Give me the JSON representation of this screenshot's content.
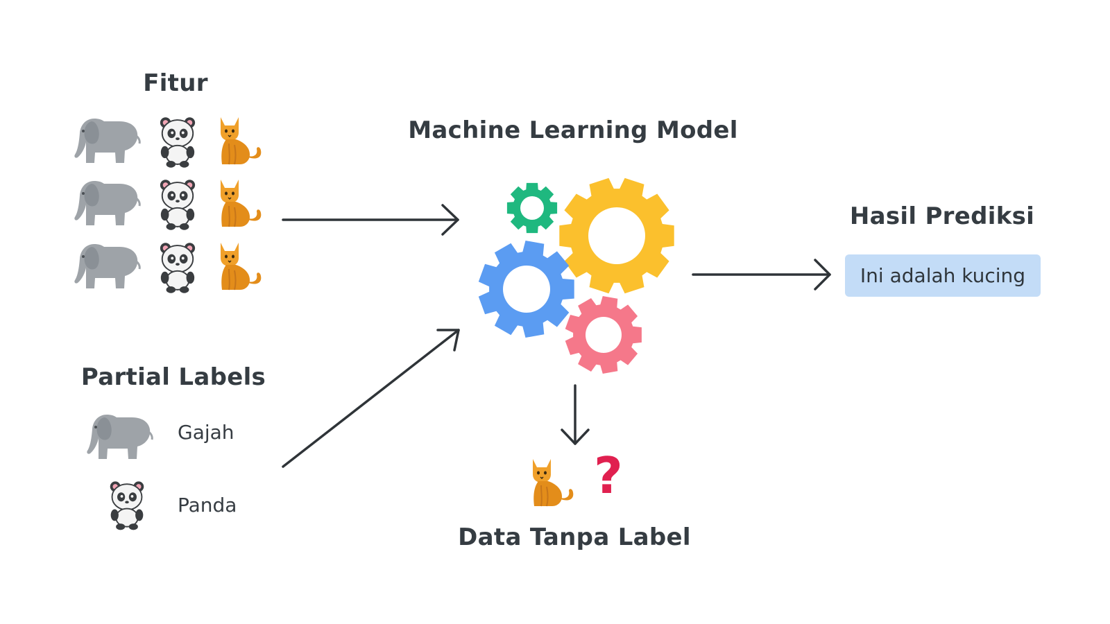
{
  "features": {
    "title": "Fitur",
    "rows": [
      [
        "elephant",
        "panda",
        "cat"
      ],
      [
        "elephant",
        "panda",
        "cat"
      ],
      [
        "elephant",
        "panda",
        "cat"
      ]
    ]
  },
  "partial_labels": {
    "title": "Partial Labels",
    "items": [
      {
        "animal": "elephant",
        "label": "Gajah"
      },
      {
        "animal": "panda",
        "label": "Panda"
      }
    ]
  },
  "model": {
    "title": "Machine Learning Model",
    "gear_colors": {
      "green": "#1fb87f",
      "yellow": "#fbc02d",
      "blue": "#5b9cf2",
      "pink": "#f5788a"
    }
  },
  "prediction": {
    "title": "Hasil Prediksi",
    "result": "Ini adalah kucing",
    "box_color": "#c3dcf7"
  },
  "unlabeled": {
    "title": "Data Tanpa Label",
    "animal": "cat",
    "mark": "?",
    "mark_color": "#e0204f"
  },
  "colors": {
    "elephant": "#9ea3a8",
    "cat": "#f0a02a",
    "arrow": "#2f3438"
  }
}
